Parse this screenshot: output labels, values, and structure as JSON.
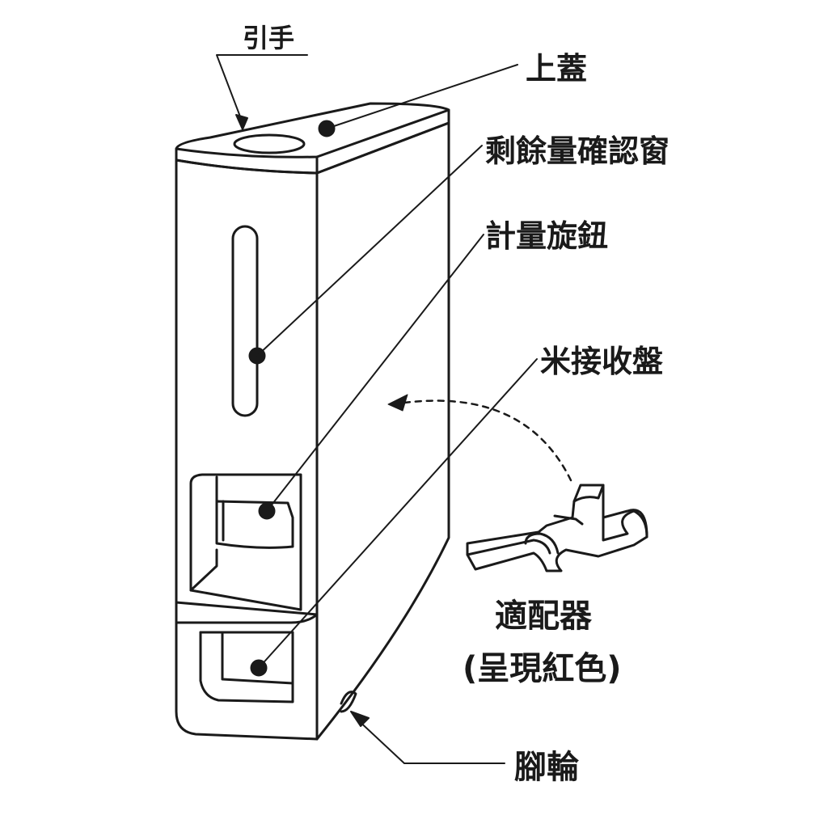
{
  "labels": {
    "handle": "引手",
    "top_lid": "上蓋",
    "level_window": "剩餘量確認窗",
    "metering_knob": "計量旋鈕",
    "rice_tray": "米接收盤",
    "adapter_line1": "適配器",
    "adapter_line2": "(呈現紅色)",
    "caster": "腳輪"
  },
  "colors": {
    "stroke": "#1a1a1a",
    "fill": "#ffffff"
  }
}
